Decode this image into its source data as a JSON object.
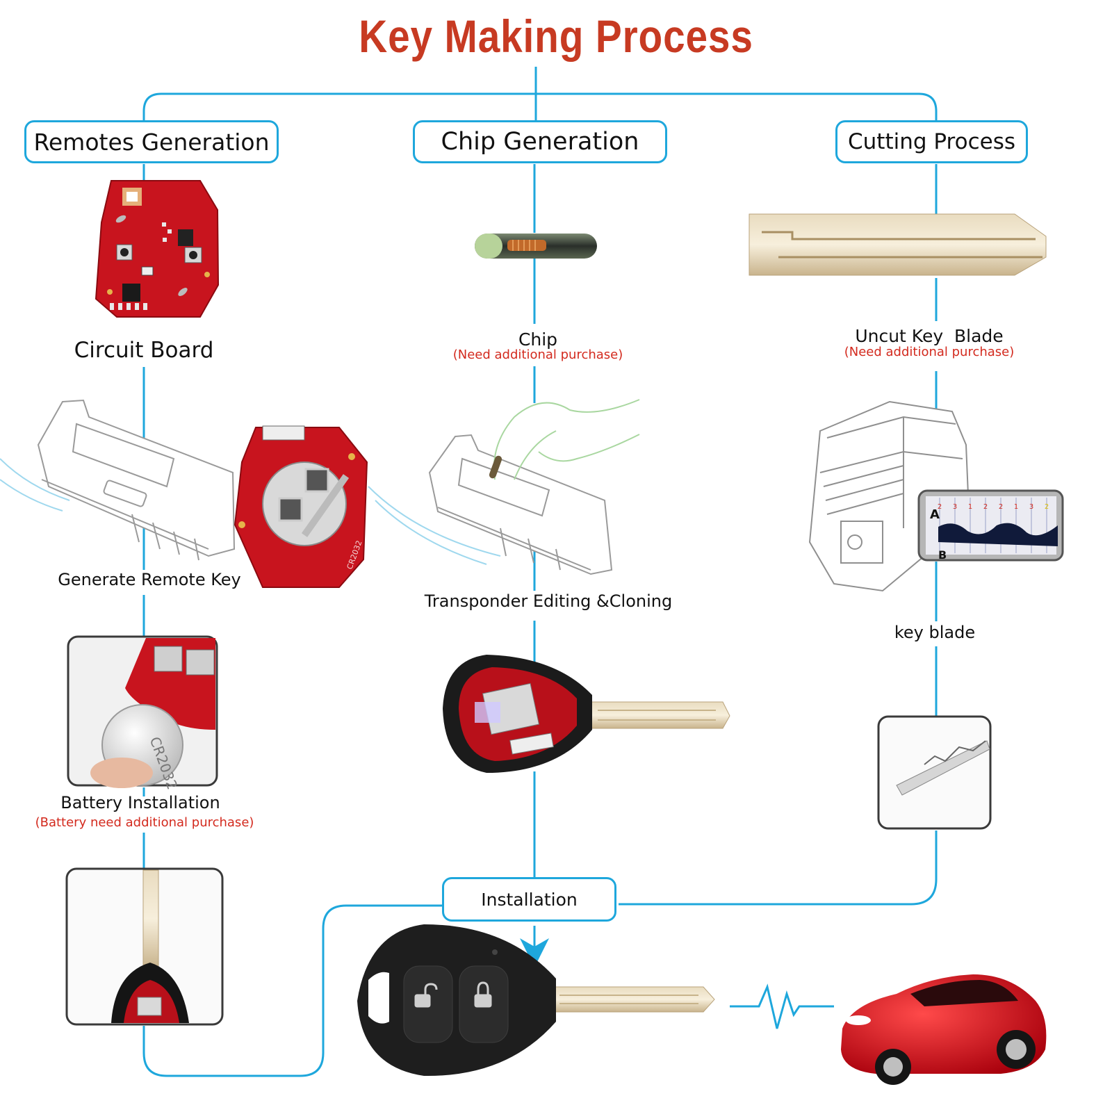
{
  "title": "Key Making Process",
  "colors": {
    "title": "#c73a22",
    "line": "#1ea7dc",
    "note": "#d32a1e",
    "pcb": "#c8141e",
    "car": "#d0101a"
  },
  "columns": {
    "remotes": {
      "header": "Remotes Generation",
      "circuit_board_label": "Circuit Board",
      "generate_label": "Generate Remote Key",
      "battery_label": "Battery Installation",
      "battery_note": "(Battery need additional purchase)",
      "pcb_text": "CR2032",
      "coin_text": "CR2032"
    },
    "chip": {
      "header": "Chip Generation",
      "chip_label": "Chip",
      "chip_note": "(Need additional purchase)",
      "transponder_label": "Transponder Editing &Cloning"
    },
    "cutting": {
      "header": "Cutting Process",
      "blade_label": "Uncut Key  Blade",
      "blade_note": "(Need additional purchase)",
      "key_blade_label": "key blade",
      "cut_marker_a": "A",
      "cut_marker_b": "B",
      "cut_depths": [
        "2",
        "3",
        "1",
        "2",
        "2",
        "1",
        "3",
        "2"
      ]
    }
  },
  "installation": {
    "label": "Installation"
  },
  "icons": {
    "remote_buttons": [
      "unlock-icon",
      "lock-icon"
    ],
    "signal": "heartbeat-signal-icon"
  }
}
